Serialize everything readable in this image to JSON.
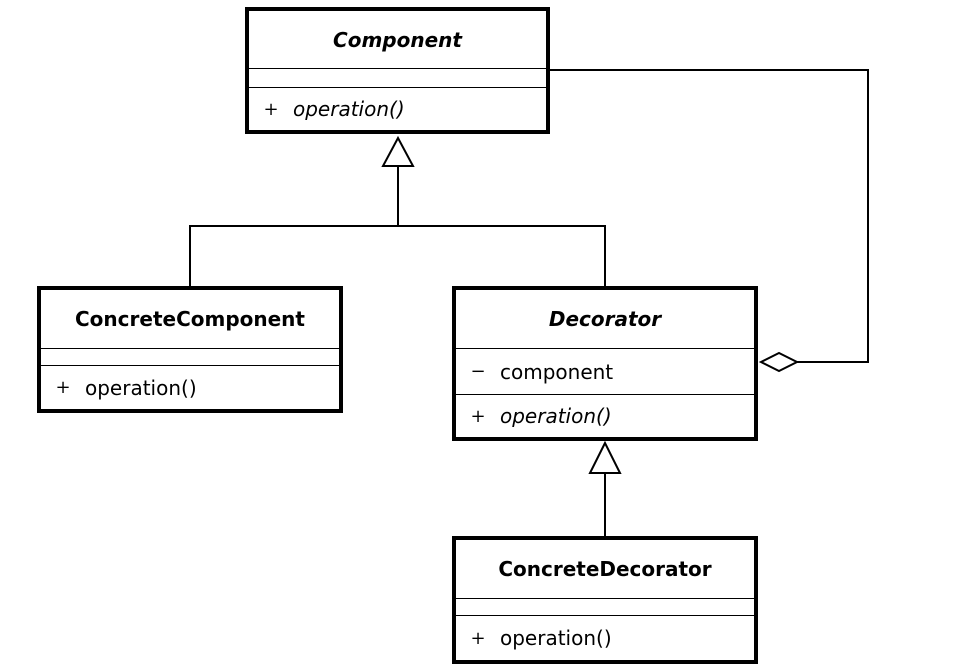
{
  "diagram": {
    "classes": {
      "component": {
        "name": "Component",
        "abstract": true,
        "attributes": [],
        "operations": [
          {
            "visibility": "+",
            "text": "operation()",
            "italic": true
          }
        ]
      },
      "concrete_component": {
        "name": "ConcreteComponent",
        "abstract": false,
        "attributes": [],
        "operations": [
          {
            "visibility": "+",
            "text": "operation()",
            "italic": false
          }
        ]
      },
      "decorator": {
        "name": "Decorator",
        "abstract": true,
        "attributes": [
          {
            "visibility": "−",
            "text": "component",
            "italic": false
          }
        ],
        "operations": [
          {
            "visibility": "+",
            "text": "operation()",
            "italic": true
          }
        ]
      },
      "concrete_decorator": {
        "name": "ConcreteDecorator",
        "abstract": false,
        "attributes": [],
        "operations": [
          {
            "visibility": "+",
            "text": "operation()",
            "italic": false
          }
        ]
      }
    },
    "relationships": [
      {
        "type": "generalization",
        "from": "concrete_component",
        "to": "component"
      },
      {
        "type": "generalization",
        "from": "decorator",
        "to": "component"
      },
      {
        "type": "generalization",
        "from": "concrete_decorator",
        "to": "decorator"
      },
      {
        "type": "aggregation",
        "whole": "decorator",
        "part": "component"
      }
    ]
  }
}
